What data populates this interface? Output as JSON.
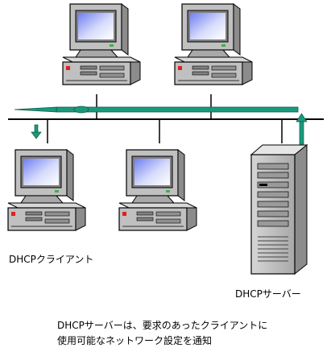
{
  "labels": {
    "client": "DHCPクライアント",
    "server": "DHCPサーバー"
  },
  "caption": {
    "line1": "DHCPサーバーは、要求のあったクライアントに",
    "line2": "使用可能なネットワーク設定を通知"
  },
  "colors": {
    "signal": "#1a9a7c",
    "screen": "#aab4f5",
    "case": "#c0c0c0",
    "outline": "#000000",
    "power_led": "#e02020"
  },
  "nodes": [
    {
      "name": "pc-top-left",
      "type": "client-pc"
    },
    {
      "name": "pc-top-right",
      "type": "client-pc"
    },
    {
      "name": "pc-bottom-left",
      "type": "dhcp-client-pc"
    },
    {
      "name": "pc-bottom-middle",
      "type": "client-pc"
    },
    {
      "name": "dhcp-server",
      "type": "tower-server"
    }
  ]
}
